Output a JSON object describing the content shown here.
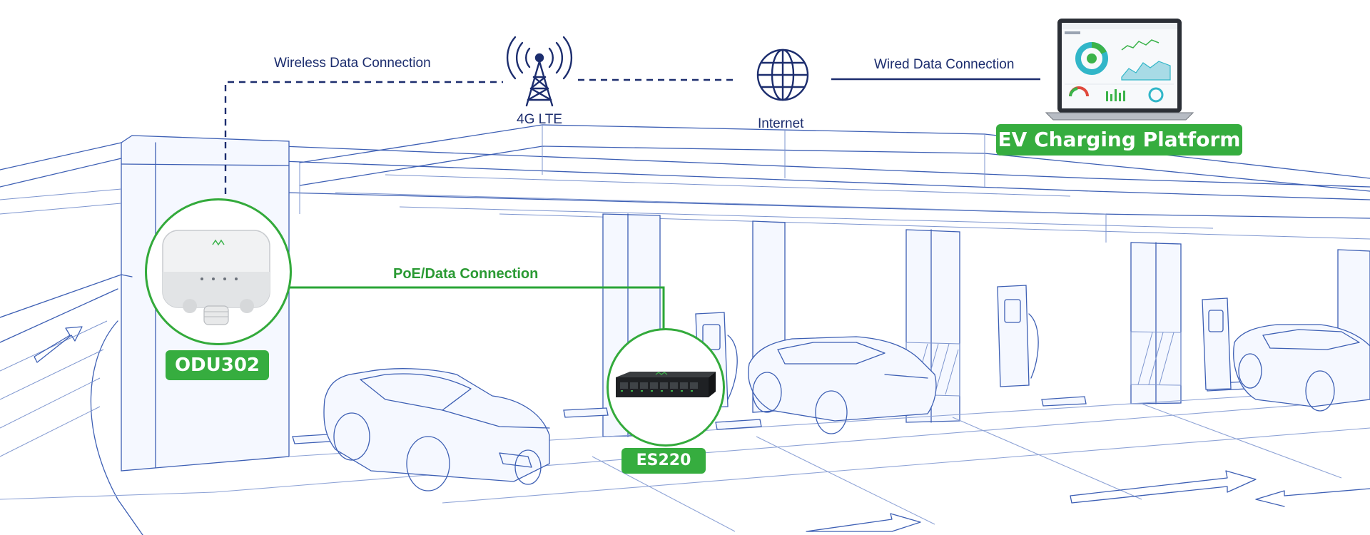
{
  "nodes": {
    "odu": {
      "label": "ODU302"
    },
    "switch": {
      "label": "ES220"
    },
    "lte": {
      "label": "4G LTE"
    },
    "internet": {
      "label": "Internet"
    },
    "platform": {
      "label": "EV Charging Platform"
    }
  },
  "connections": {
    "wireless": "Wireless Data Connection",
    "wired": "Wired Data Connection",
    "poe": "PoE/Data Connection"
  },
  "colors": {
    "accent_green": "#36ad3f",
    "navy": "#1c2d6e",
    "sketch_blue": "#3d5fb4"
  }
}
